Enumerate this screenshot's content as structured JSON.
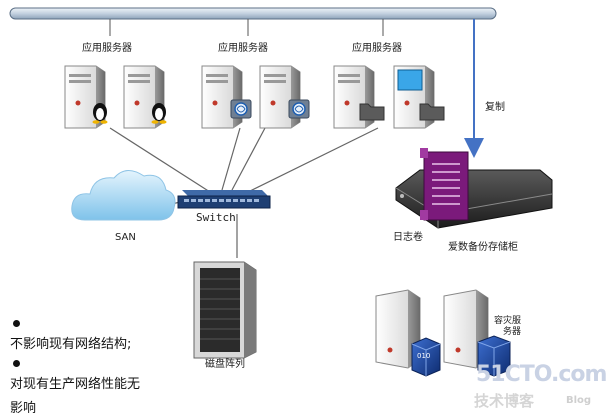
{
  "labels": {
    "app_server_group_1": "应用服务器",
    "app_server_group_2": "应用服务器",
    "app_server_group_3": "应用服务器",
    "switch": "Switch",
    "san": "SAN",
    "disk_array": "磁盘阵列",
    "replication": "复制",
    "log_volume": "日志卷",
    "backup_storage": "爱数备份存储柜",
    "dr_server_line1": "容灾服",
    "dr_server_line2": "务器",
    "lun_label": "010"
  },
  "bullets": [
    {
      "text": "不影响现有网络结构;"
    },
    {
      "text": "对现有生产网络性能无"
    },
    {
      "text": "影响"
    }
  ],
  "watermark": {
    "site": "51CTO.com",
    "sub": "技术博客",
    "blog": "Blog"
  },
  "colors": {
    "bus": "#c9d6e4",
    "arrow": "#4472c4",
    "log_volume": "#7b1a7b",
    "switch": "#1e3f73"
  }
}
